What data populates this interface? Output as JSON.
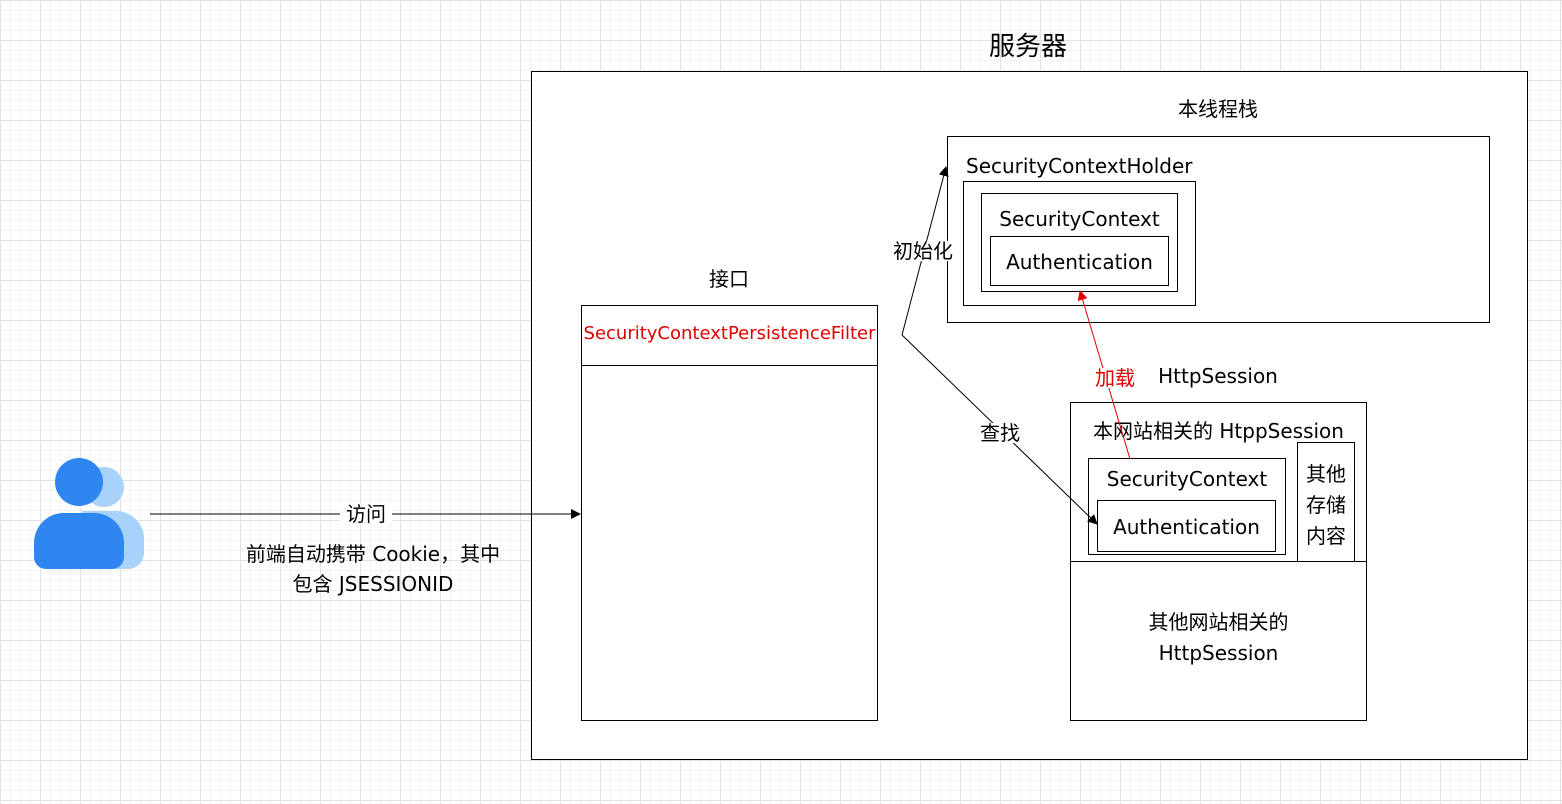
{
  "server": {
    "title": "服务器"
  },
  "thread_stack": {
    "title": "本线程栈",
    "holder_label": "SecurityContextHolder",
    "context_label": "SecurityContext",
    "auth_label": "Authentication"
  },
  "interface": {
    "title": "接口",
    "filter_label": "SecurityContextPersistenceFilter"
  },
  "http_session": {
    "title": "HttpSession",
    "site_session_label": "本网站相关的 HtppSession",
    "context_label": "SecurityContext",
    "auth_label": "Authentication",
    "other_storage": [
      "其他",
      "存储",
      "内容"
    ],
    "other_sites": [
      "其他网站相关的",
      "HttpSession"
    ]
  },
  "edges": {
    "init_label": "初始化",
    "lookup_label": "查找",
    "load_label": "加载",
    "visit_label": "访问",
    "cookie_note": [
      "前端自动携带 Cookie，其中",
      "包含 JSESSIONID"
    ]
  },
  "colors": {
    "highlight": "#e00000",
    "user_icon_front": "#2e86f0",
    "user_icon_back": "#a8d2fa",
    "line": "#000000"
  }
}
